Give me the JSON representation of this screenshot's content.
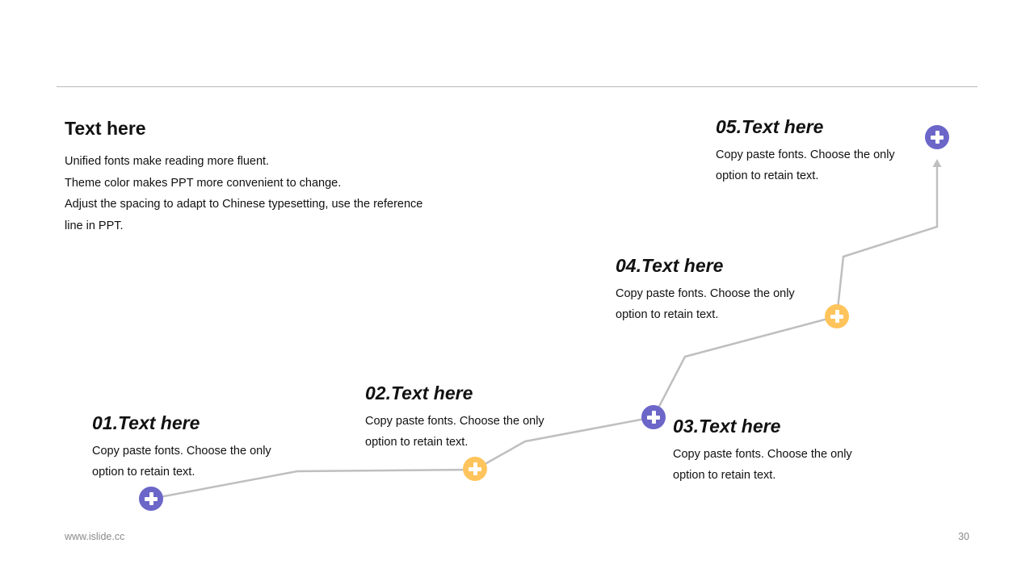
{
  "intro": {
    "title": "Text here",
    "lines": [
      "Unified fonts make reading more fluent.",
      "Theme color makes PPT more convenient to change.",
      "Adjust the spacing to adapt to Chinese typesetting, use the reference",
      "line in PPT."
    ]
  },
  "steps": [
    {
      "title": "01.Text here",
      "desc_line1": "Copy paste fonts. Choose the only",
      "desc_line2": "option to retain text.",
      "icon": "plus-circle-icon",
      "color": "#6b66c8"
    },
    {
      "title": "02.Text here",
      "desc_line1": "Copy paste fonts. Choose the only",
      "desc_line2": "option to retain text.",
      "icon": "plus-circle-icon",
      "color": "#ffc45c"
    },
    {
      "title": "03.Text here",
      "desc_line1": "Copy paste fonts. Choose the only",
      "desc_line2": "option to retain text.",
      "icon": "plus-circle-icon",
      "color": "#6b66c8"
    },
    {
      "title": "04.Text here",
      "desc_line1": "Copy paste fonts. Choose the only",
      "desc_line2": "option to retain text.",
      "icon": "plus-circle-icon",
      "color": "#ffc45c"
    },
    {
      "title": "05.Text here",
      "desc_line1": "Copy paste fonts. Choose the only",
      "desc_line2": "option to retain text.",
      "icon": "plus-circle-icon",
      "color": "#6b66c8"
    }
  ],
  "colors": {
    "primary": "#6b66c8",
    "accent": "#ffc45c",
    "path_line": "#bfbfbf"
  },
  "footer": {
    "site": "www.islide.cc",
    "page_number": "30"
  }
}
